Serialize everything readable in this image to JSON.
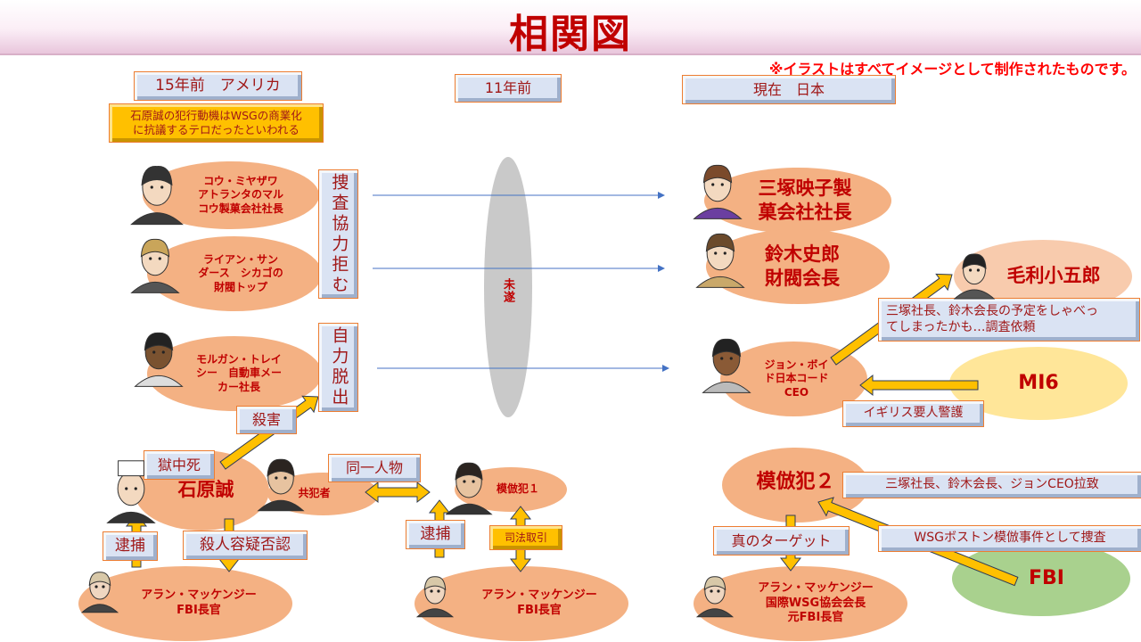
{
  "title": "相関図",
  "note": "※イラストはすべてイメージとして制作されたものです。",
  "periods": {
    "past15": "15年前　アメリカ",
    "past11": "11年前",
    "present": "現在　日本"
  },
  "motive": "石原誠の犯行動機はWSGの商業化\nに抗議するテロだったといわれる",
  "people": {
    "miyazawa": "コウ・ミヤザワ\nアトランタのマル\nコウ製菓会社社長",
    "sanders": "ライアン・サン\nダース　シカゴの\n財閥トップ",
    "tracy": "モルガン・トレイ\nシー　自動車メー\nカー社長",
    "ishihara": "石原誠",
    "accomplice": "共犯者",
    "copycat1": "模倣犯１",
    "alan1": "アラン・マッケンジー\nFBI長官",
    "alan2": "アラン・マッケンジー\nFBI長官",
    "mitsuzuka": "三塚映子製\n菓会社社長",
    "suzuki": "鈴木史郎\n財閥会長",
    "mouri": "毛利小五郎",
    "john": "ジョン・ボイ\nド日本コード\nCEO",
    "mi6": "MI6",
    "copycat2": "模倣犯２",
    "alan3": "アラン・マッケンジー\n国際WSG協会会長\n元FBI長官",
    "fbi": "FBI"
  },
  "relations": {
    "refuse": "捜査協力拒む",
    "escape": "自力脱出",
    "attempt": "未遂",
    "kill": "殺害",
    "died_in_prison": "獄中死",
    "same_person": "同一人物",
    "arrest1": "逮捕",
    "deny": "殺人容疑否認",
    "arrest2": "逮捕",
    "plea_deal": "司法取引",
    "mouri_request": "三塚社長、鈴木会長の予定をしゃべっ\nてしまったかも…調査依頼",
    "uk_guard": "イギリス要人警護",
    "kidnap": "三塚社長、鈴木会長、ジョンCEO拉致",
    "true_target": "真のターゲット",
    "fbi_investigate": "WSGボストン模倣事件として捜査"
  },
  "colors": {
    "accent": "#c00000",
    "ellipse": "#f4b183",
    "mouri": "#f8cbad",
    "mi6": "#ffe699",
    "fbi": "#a9d18e",
    "arrow": "#ffc000",
    "line": "#4472c4",
    "gray": "#c9c9c9"
  }
}
